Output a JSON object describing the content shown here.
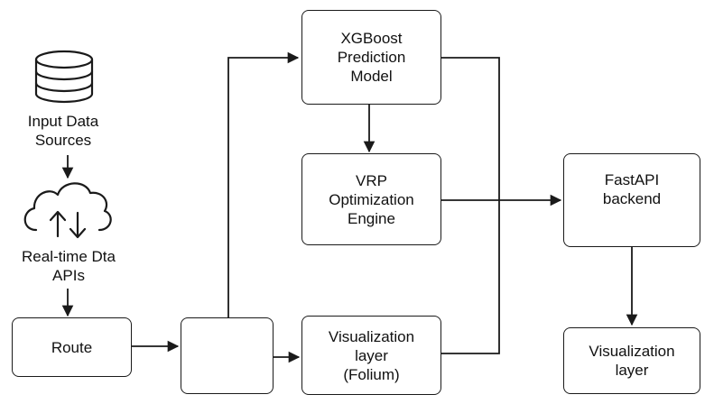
{
  "nodes": {
    "input_sources": "Input Data\nSources",
    "realtime_apis": "Real-time Dta\nAPIs",
    "route": "Route",
    "map_icon": "map-pin-icon",
    "xgboost": "XGBoost\nPrediction\nModel",
    "vrp": "VRP\nOptimization\nEngine",
    "visualization_folium": "Visualization\nlayer\n(Folium)",
    "fastapi": "FastAPI\nbackend",
    "visualization": "Visualization\nlayer"
  },
  "icons": {
    "database": "database-icon",
    "cloud": "cloud-sync-icon"
  },
  "colors": {
    "stroke": "#1a1a1a",
    "background": "#ffffff",
    "text": "#111111"
  }
}
